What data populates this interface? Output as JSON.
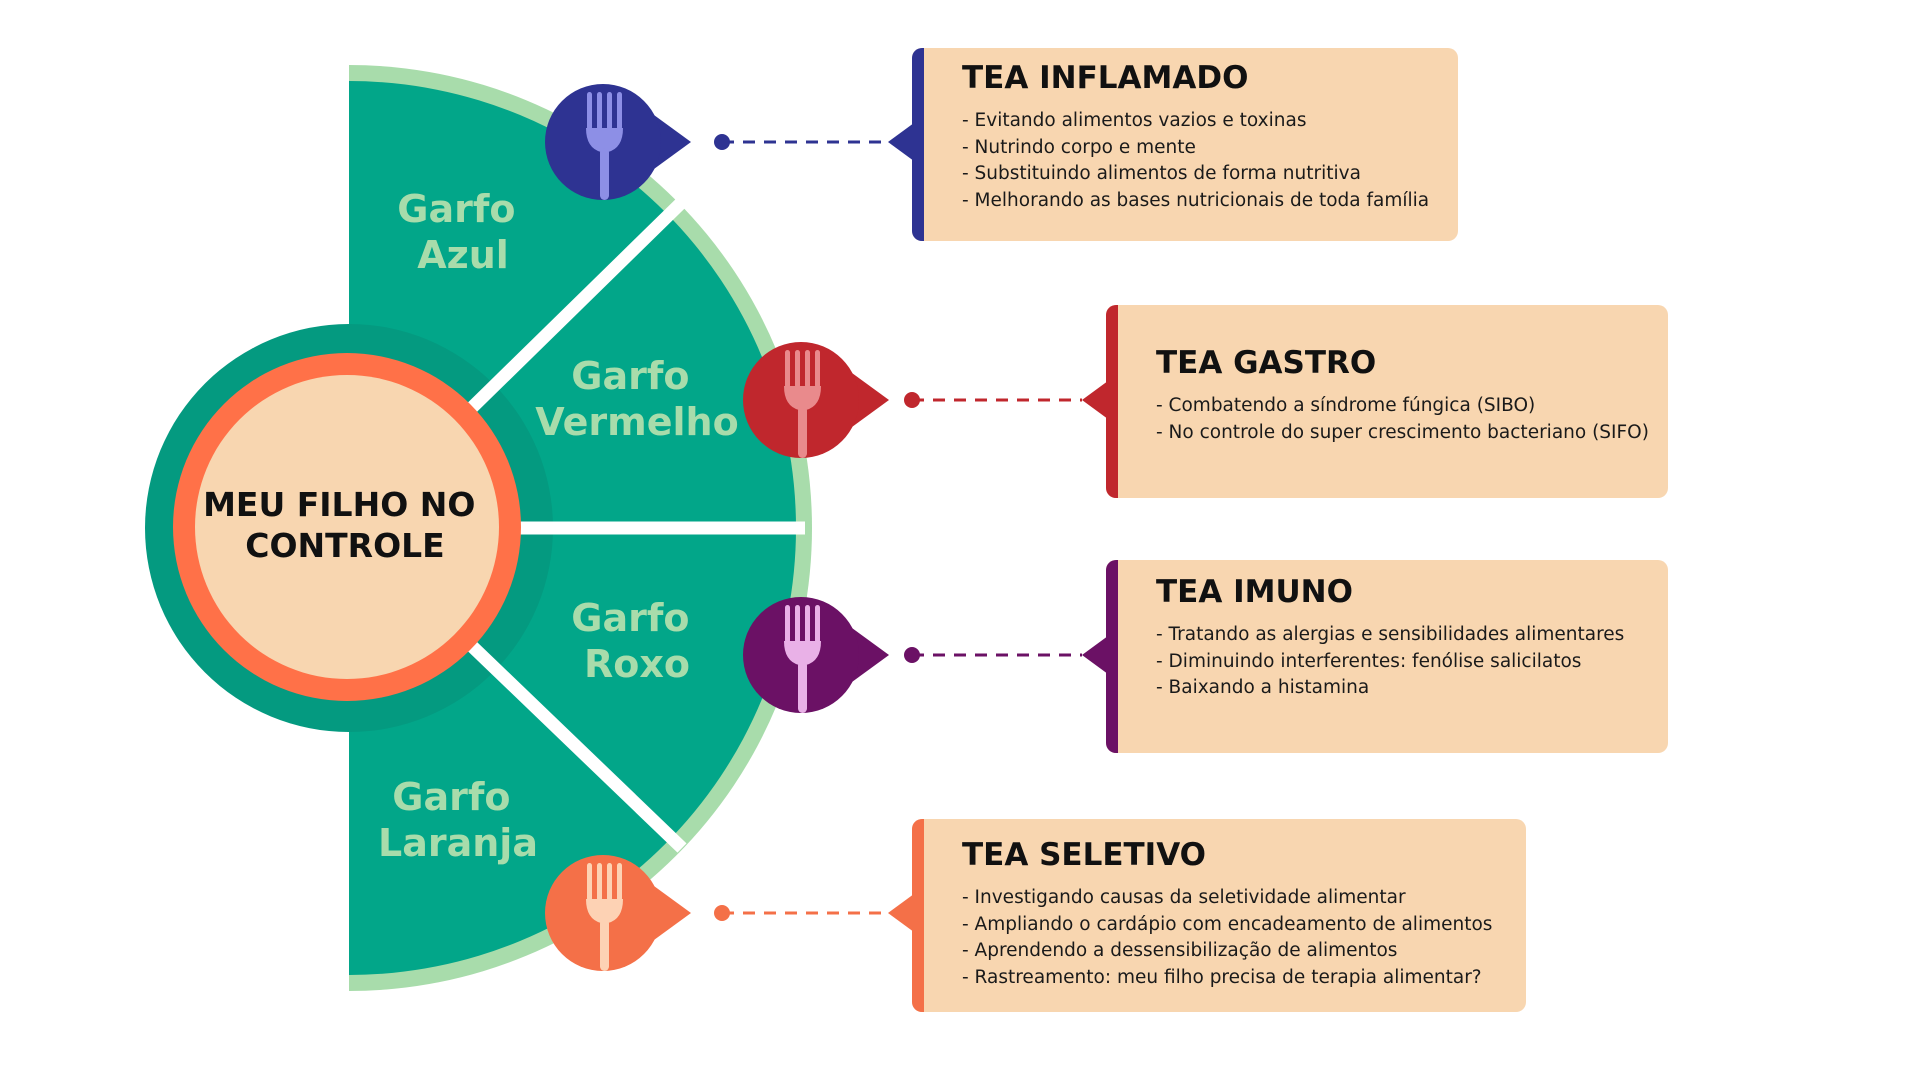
{
  "center_label": [
    "MEU FILHO NO",
    "CONTROLE"
  ],
  "colors": {
    "green": "#02a689",
    "light_green": "#a8dcab",
    "label_green": "#a8dcab",
    "card_bg": "#f8d6b0",
    "center_ring": "#ff7148",
    "center_fill": "#f8d6b0"
  },
  "segments": [
    {
      "id": "azul",
      "label": [
        "Garfo",
        "Azul"
      ],
      "color": "#2e3392",
      "fork_color": "#8d8fe6",
      "icon": "fork-icon"
    },
    {
      "id": "vermelho",
      "label": [
        "Garfo",
        "Vermelho"
      ],
      "color": "#c0272d",
      "fork_color": "#e98a8c",
      "icon": "fork-icon"
    },
    {
      "id": "roxo",
      "label": [
        "Garfo",
        "Roxo"
      ],
      "color": "#6b1165",
      "fork_color": "#e9b1e7",
      "icon": "fork-icon"
    },
    {
      "id": "laranja",
      "label": [
        "Garfo",
        "Laranja"
      ],
      "color": "#f47048",
      "fork_color": "#fdd2b4",
      "icon": "fork-icon"
    }
  ],
  "cards": [
    {
      "title": "TEA INFLAMADO",
      "color": "#2e3392",
      "items": [
        "- Evitando alimentos vazios e toxinas",
        "- Nutrindo corpo e mente",
        "- Substituindo alimentos de forma nutritiva",
        "- Melhorando as bases nutricionais de toda família"
      ]
    },
    {
      "title": "TEA GASTRO",
      "color": "#c0272d",
      "items": [
        "- Combatendo a síndrome fúngica (SIBO)",
        "- No controle do super crescimento bacteriano (SIFO)"
      ]
    },
    {
      "title": "TEA IMUNO",
      "color": "#6b1165",
      "items": [
        "- Tratando as alergias e sensibilidades alimentares",
        "- Diminuindo interferentes: fenólise salicilatos",
        "- Baixando a histamina"
      ]
    },
    {
      "title": "TEA SELETIVO",
      "color": "#f47048",
      "items": [
        "- Investigando causas da seletividade alimentar",
        "- Ampliando o cardápio com encadeamento de alimentos",
        "- Aprendendo a dessensibilização de alimentos",
        "- Rastreamento: meu filho precisa de terapia alimentar?"
      ]
    }
  ]
}
